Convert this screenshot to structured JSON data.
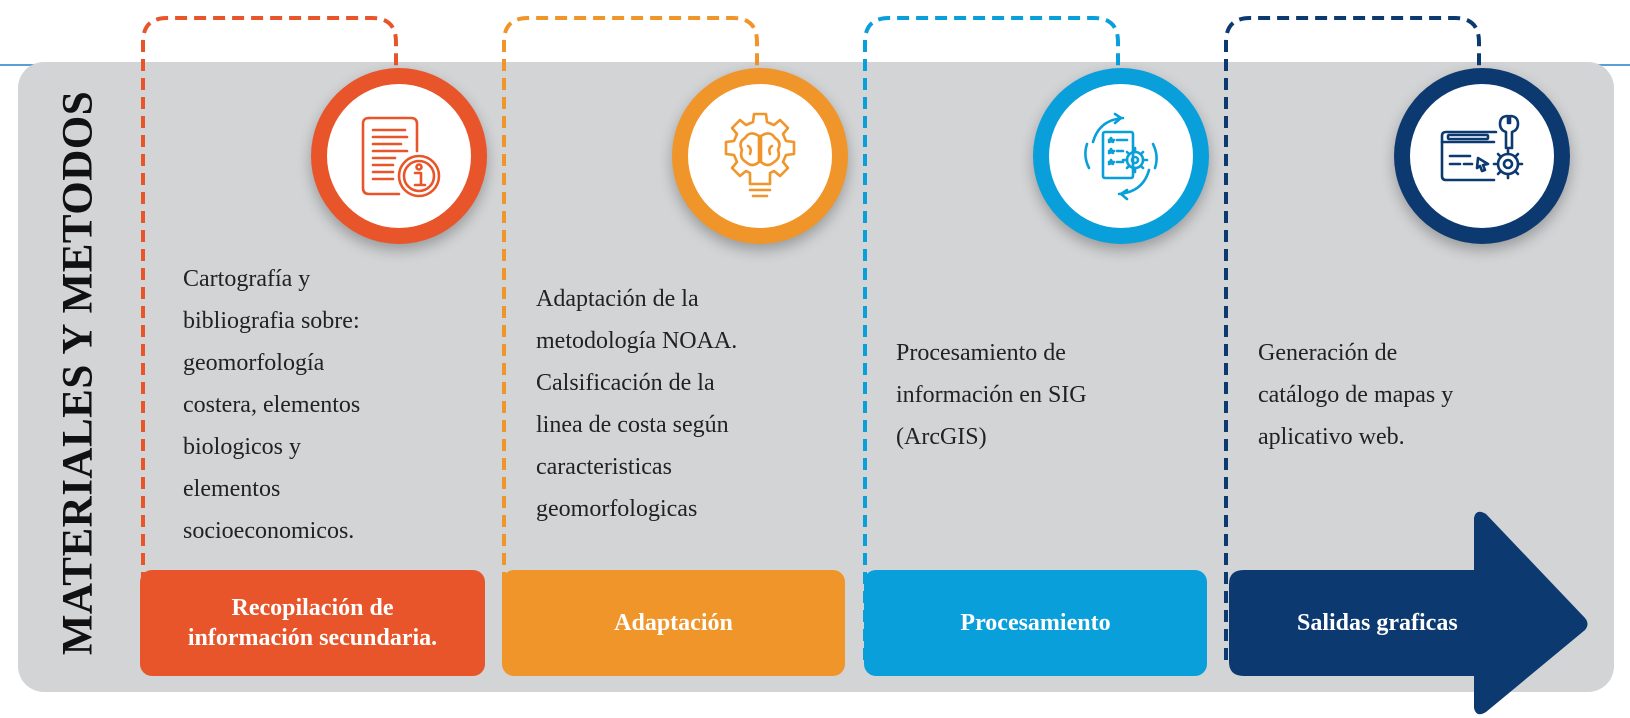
{
  "side_title": "MATERIALES Y METODOS",
  "steps": [
    {
      "title": "Recopilación de\ninformación secundaria.",
      "description": "Cartografía y\nbibliografia sobre:\ngeomorfología\ncostera, elementos\nbiologicos y\nelementos\nsocioeconomicos.",
      "icon": "document-info-icon",
      "color": "#e8552a"
    },
    {
      "title": "Adaptación",
      "description": "Adaptación de la\nmetodología NOAA.\nCalsificación de la\nlinea de costa según\ncaracteristicas\ngeomorfologicas",
      "icon": "lightbulb-gear-brain-icon",
      "color": "#f0952a"
    },
    {
      "title": "Procesamiento",
      "description": "Procesamiento de\ninformación en SIG\n(ArcGIS)",
      "icon": "document-cycle-gear-icon",
      "color": "#099fdb"
    },
    {
      "title": "Salidas graficas",
      "description": "Generación de\ncatálogo de mapas y\naplicativo web.",
      "icon": "web-app-settings-icon",
      "color": "#0c3a70"
    }
  ]
}
